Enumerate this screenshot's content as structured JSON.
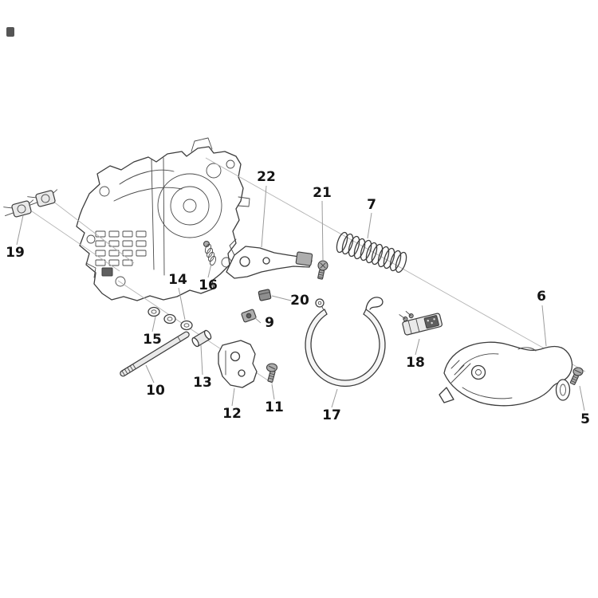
{
  "diagram": {
    "kind": "exploded-parts-diagram",
    "background": "#ffffff",
    "line_color": "#3c3c3c",
    "leader_color": "#9b9b9b",
    "label_color": "#141414",
    "artifacts": {
      "corner_mark": "partial-dark-glyph"
    },
    "parts": [
      {
        "number": "5"
      },
      {
        "number": "6"
      },
      {
        "number": "7"
      },
      {
        "number": "9"
      },
      {
        "number": "10"
      },
      {
        "number": "11"
      },
      {
        "number": "12"
      },
      {
        "number": "13"
      },
      {
        "number": "14"
      },
      {
        "number": "15"
      },
      {
        "number": "16"
      },
      {
        "number": "17"
      },
      {
        "number": "18"
      },
      {
        "number": "19"
      },
      {
        "number": "20"
      },
      {
        "number": "21"
      },
      {
        "number": "22"
      }
    ]
  }
}
